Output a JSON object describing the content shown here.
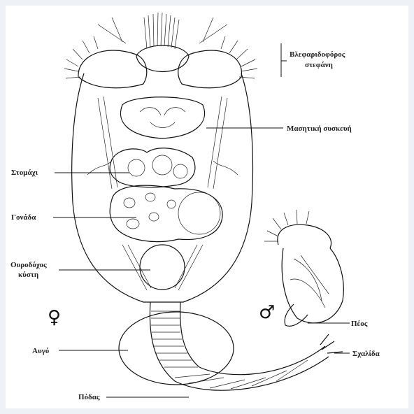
{
  "labels": {
    "corona_line1": "Βλεφαριδοφόρος",
    "corona_line2": "στεφάνη",
    "mastax": "Μασητική συσκευή",
    "stomach": "Στομάχι",
    "gonad": "Γονάδα",
    "bladder_line1": "Ουροδόχος",
    "bladder_line2": "κύστη",
    "egg": "Αυγό",
    "foot": "Πόδας",
    "penis": "Πέος",
    "claw": "Σχαλίδα"
  },
  "symbols": {
    "female": "♀",
    "male": "♂"
  }
}
